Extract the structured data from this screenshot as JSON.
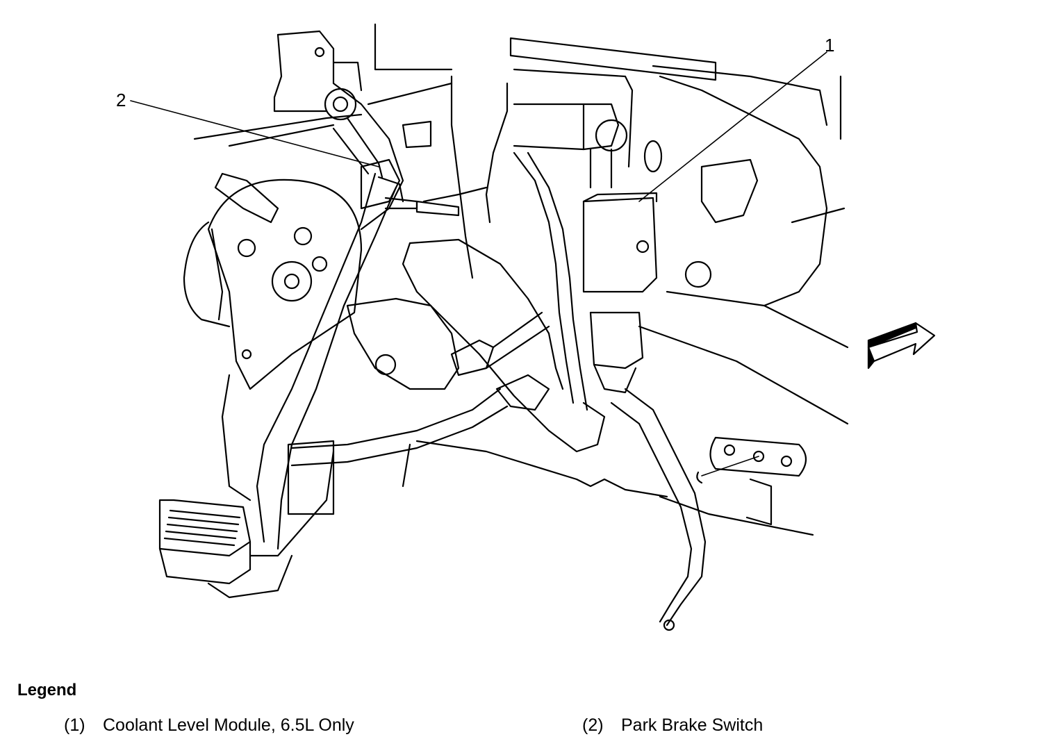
{
  "callouts": [
    "1",
    "2"
  ],
  "legend": {
    "title": "Legend",
    "items": [
      {
        "num": "(1)",
        "label": "Coolant Level Module, 6.5L Only"
      },
      {
        "num": "(2)",
        "label": "Park Brake Switch"
      }
    ]
  }
}
